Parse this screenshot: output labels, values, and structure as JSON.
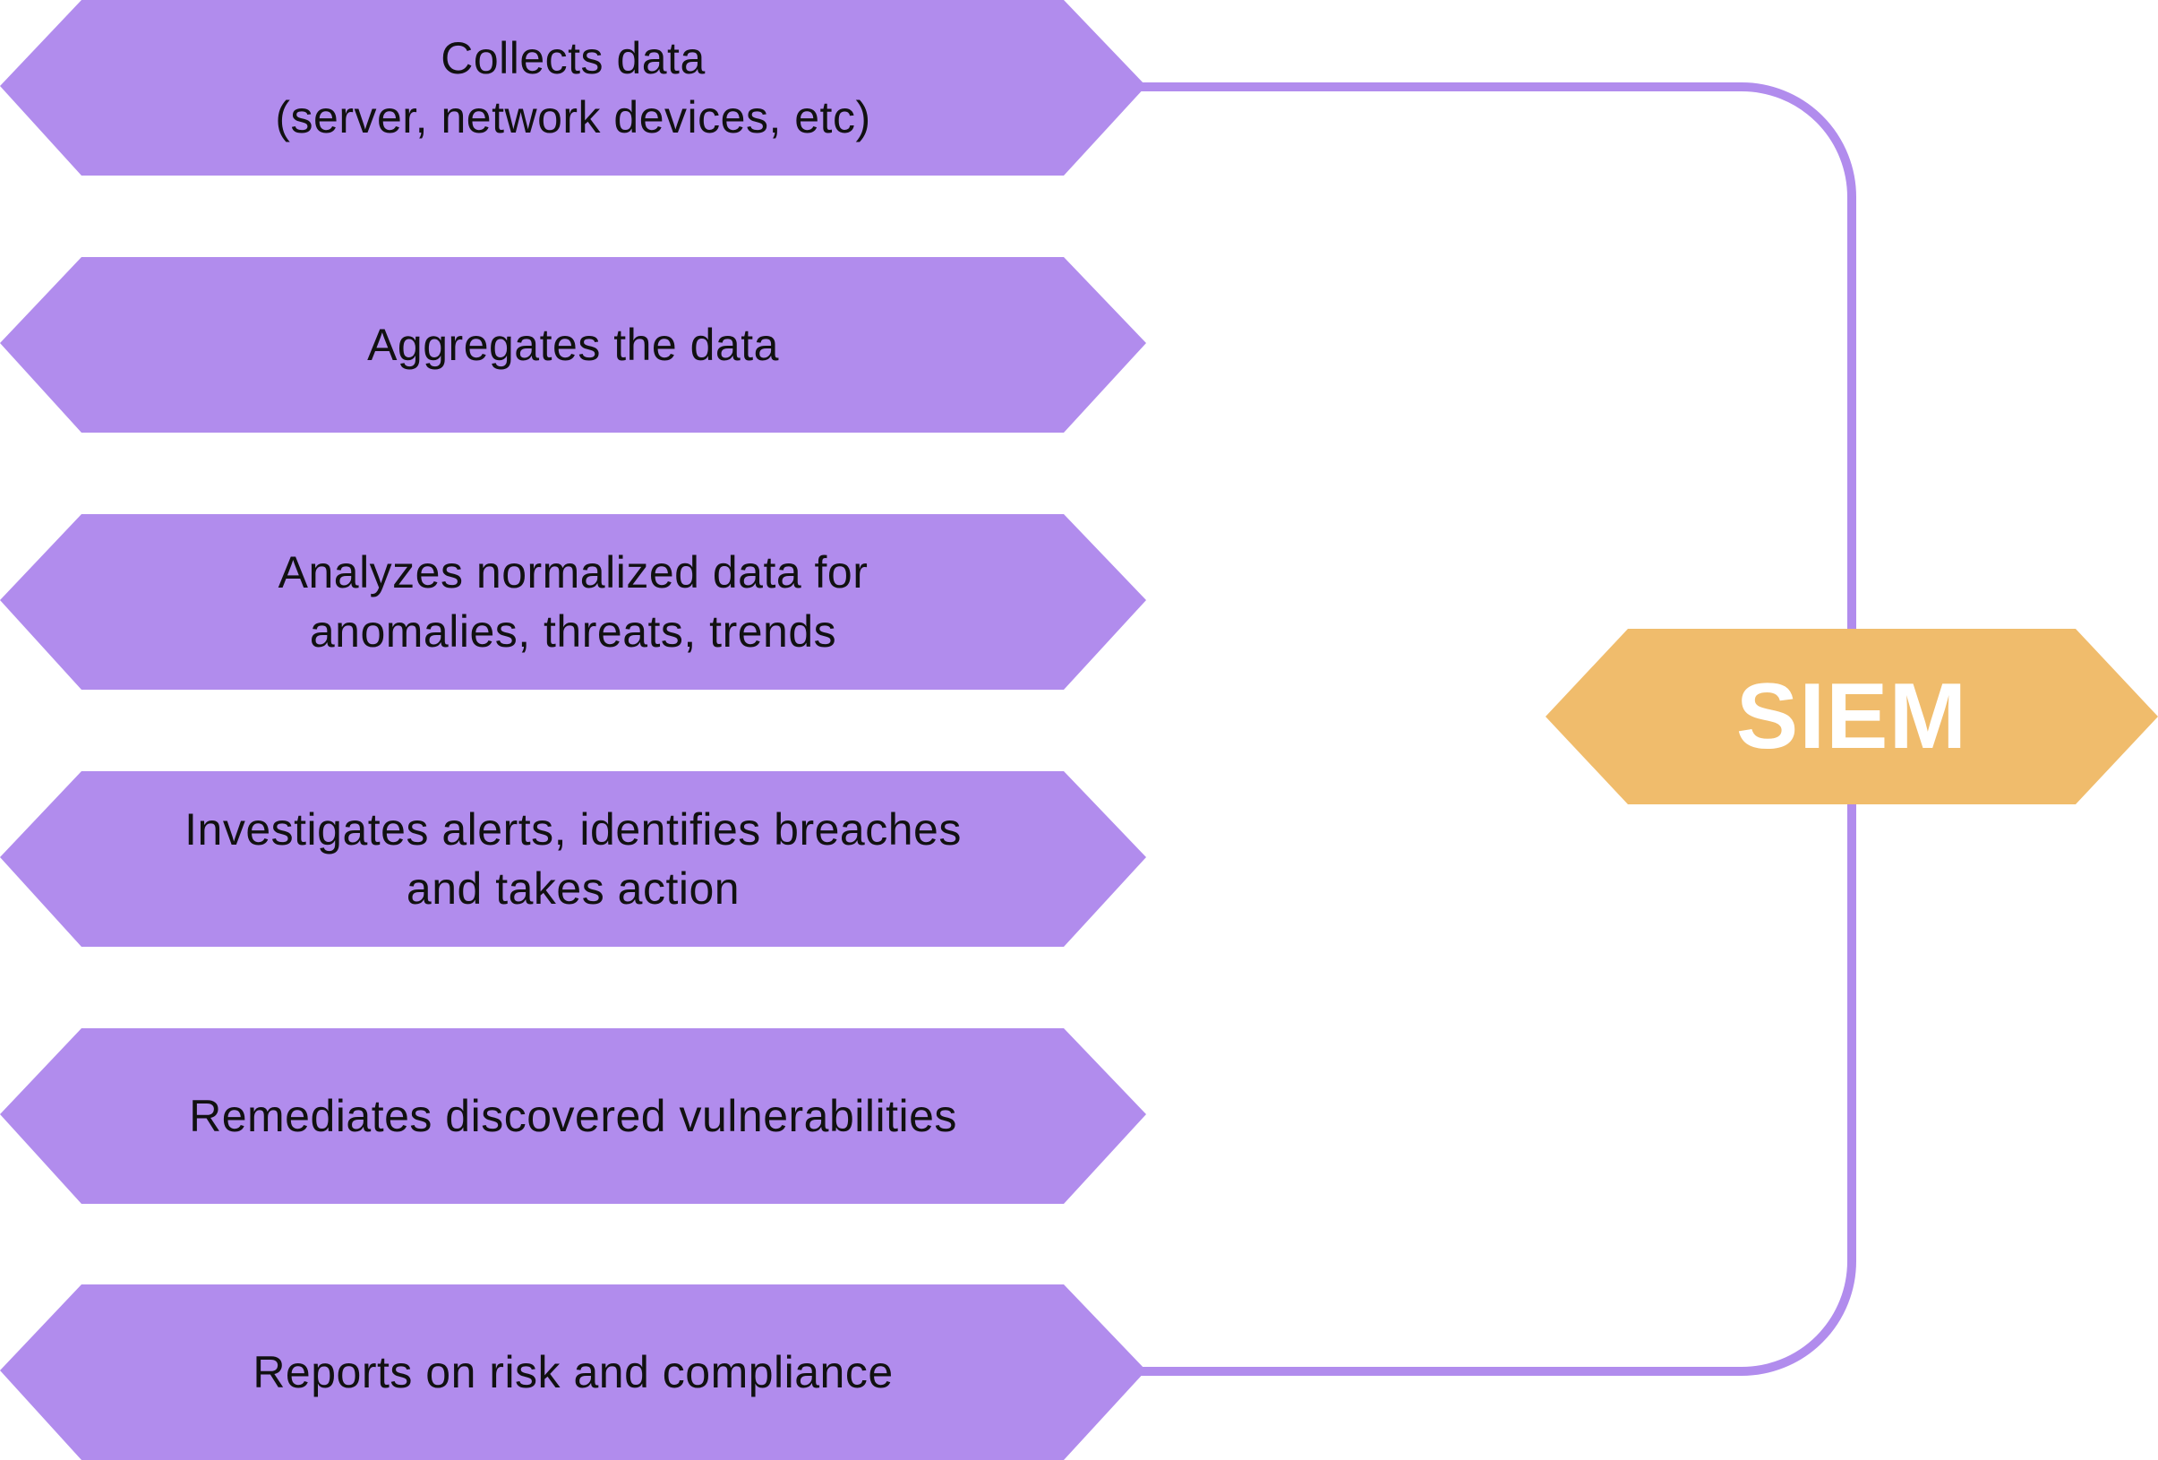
{
  "colors": {
    "step_fill": "#b18ced",
    "hub_fill": "#f0bc6c",
    "connector": "#b18ced",
    "step_text": "#111111",
    "hub_text": "#ffffff"
  },
  "steps": [
    {
      "label": "Collects data\n(server, network devices, etc)"
    },
    {
      "label": "Aggregates the data"
    },
    {
      "label": "Analyzes normalized data for\nanomalies, threats, trends"
    },
    {
      "label": "Investigates alerts, identifies breaches\nand takes action"
    },
    {
      "label": "Remediates discovered vulnerabilities"
    },
    {
      "label": "Reports on risk and compliance"
    }
  ],
  "hub": {
    "label": "SIEM"
  }
}
